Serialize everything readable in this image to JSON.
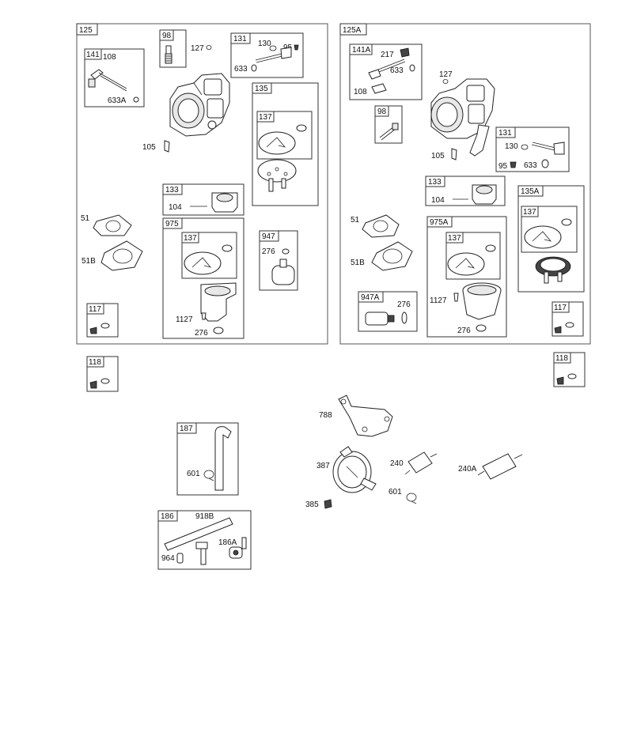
{
  "groups": {
    "g125": "125",
    "g125a": "125A"
  },
  "kits": {
    "k141": "141",
    "k98": "98",
    "k131": "131",
    "k135": "135",
    "k137a": "137",
    "k133": "133",
    "k975": "975",
    "k137b": "137",
    "k947": "947",
    "k117": "117",
    "k118": "118",
    "k141a": "141A",
    "k98b": "98",
    "k131b": "131",
    "k133b": "133",
    "k135a": "135A",
    "k137c": "137",
    "k975a": "975A",
    "k137d": "137",
    "k947a": "947A",
    "k117b": "117",
    "k118b": "118",
    "k187": "187",
    "k186": "186"
  },
  "labels": {
    "l108": "108",
    "l633a": "633A",
    "l127": "127",
    "l130": "130",
    "l95": "95",
    "l633": "633",
    "l105": "105",
    "l104": "104",
    "l51": "51",
    "l51b": "51B",
    "l276": "276",
    "l1127": "1127",
    "l276b": "276",
    "r217": "217",
    "r633": "633",
    "r108": "108",
    "r127": "127",
    "r105": "105",
    "r130": "130",
    "r95": "95",
    "r633b": "633",
    "r104": "104",
    "r51": "51",
    "r51b": "51B",
    "r276": "276",
    "r1127": "1127",
    "r276b": "276",
    "l601": "601",
    "l918b": "918B",
    "l186a": "186A",
    "l964": "964",
    "l788": "788",
    "l387": "387",
    "l385": "385",
    "l240": "240",
    "l240a": "240A",
    "l601b": "601"
  },
  "colors": {
    "line": "#222222",
    "shade": "#e8e8e8",
    "background": "#ffffff"
  }
}
